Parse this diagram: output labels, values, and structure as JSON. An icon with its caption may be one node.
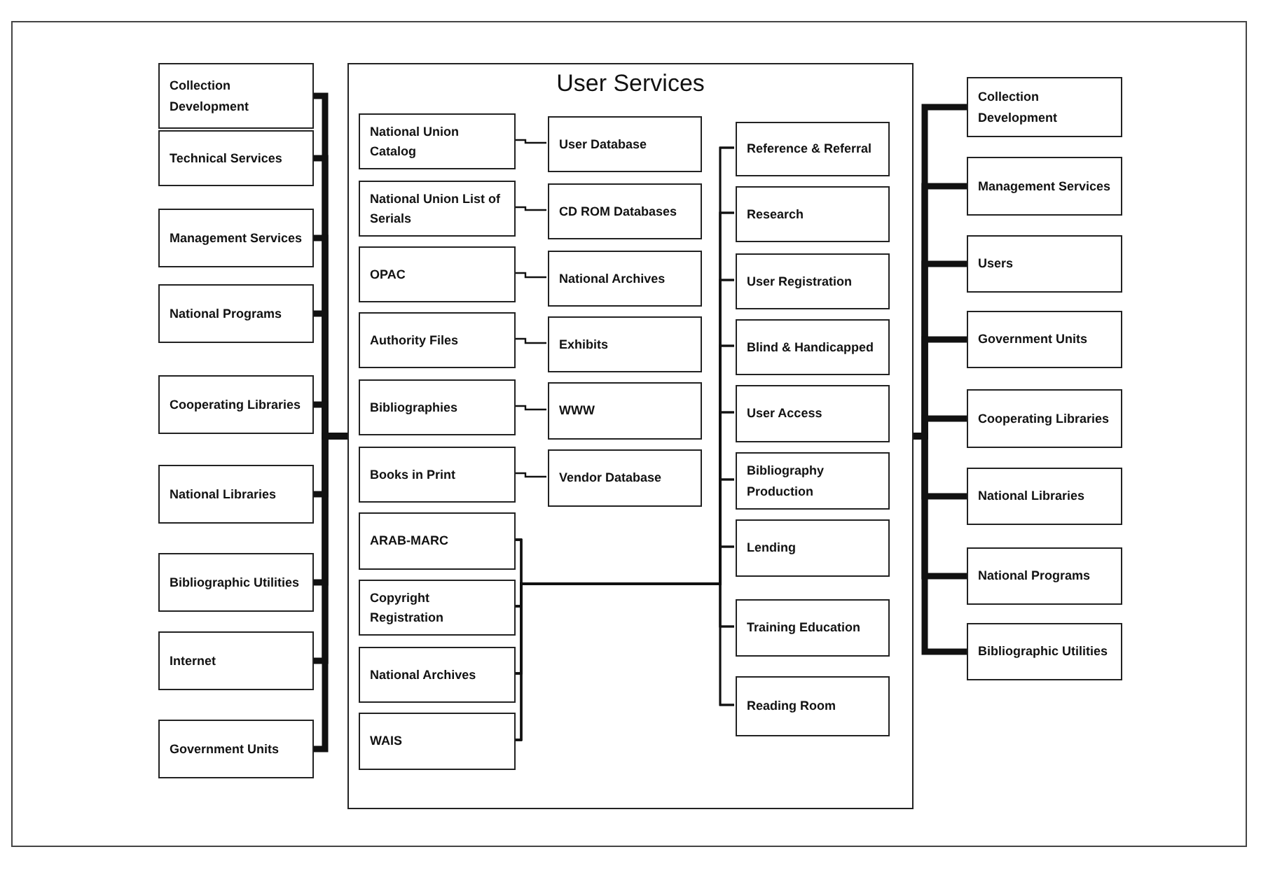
{
  "diagram": {
    "nodes": [
      {
        "text": [
          "User Services"
        ]
      },
      {
        "text": [
          "Collection Development"
        ]
      },
      {
        "text": [
          "Technical Services"
        ]
      },
      {
        "text": [
          "Management Services"
        ]
      },
      {
        "text": [
          "National Programs"
        ]
      },
      {
        "text": [
          "Cooperating Libraries"
        ]
      },
      {
        "text": [
          "National Libraries"
        ]
      },
      {
        "text": [
          "Bibliographic Utilities"
        ]
      },
      {
        "text": [
          "Internet"
        ]
      },
      {
        "text": [
          "Government Units"
        ]
      },
      {
        "text": [
          "National Union Catalog"
        ],
        "in": 0
      },
      {
        "text": [
          "National Union List of Serials"
        ],
        "in": 0
      },
      {
        "text": [
          "OPAC"
        ],
        "in": 0
      },
      {
        "text": [
          "Authority Files"
        ],
        "in": 0
      },
      {
        "text": [
          "Bibliographies"
        ],
        "in": 0
      },
      {
        "text": [
          "Books in Print"
        ],
        "in": 0
      },
      {
        "text": [
          "ARAB-MARC"
        ],
        "in": 0
      },
      {
        "text": [
          "Copyright Registration"
        ],
        "in": 0
      },
      {
        "text": [
          "National Archives"
        ],
        "in": 0
      },
      {
        "text": [
          "WAIS"
        ],
        "in": 0
      },
      {
        "text": [
          "User Database"
        ],
        "in": 0
      },
      {
        "text": [
          "CD ROM Databases"
        ],
        "in": 0
      },
      {
        "text": [
          "National Archives"
        ],
        "in": 0
      },
      {
        "text": [
          "Exhibits"
        ],
        "in": 0
      },
      {
        "text": [
          "WWW"
        ],
        "in": 0
      },
      {
        "text": [
          "Vendor Database"
        ],
        "in": 0
      },
      {
        "text": [
          "Reference & Referral"
        ],
        "in": 0
      },
      {
        "text": [
          "Research"
        ],
        "in": 0
      },
      {
        "text": [
          "User Registration"
        ],
        "in": 0
      },
      {
        "text": [
          "Blind & Handicapped"
        ],
        "in": 0
      },
      {
        "text": [
          "User Access"
        ],
        "in": 0
      },
      {
        "text": [
          "Bibliography Production"
        ],
        "in": 0
      },
      {
        "text": [
          "Lending"
        ],
        "in": 0
      },
      {
        "text": [
          "Training Education"
        ],
        "in": 0
      },
      {
        "text": [
          "Reading Room"
        ],
        "in": 0
      },
      {
        "text": [
          "Collection Development"
        ]
      },
      {
        "text": [
          "Management Services"
        ]
      },
      {
        "text": [
          "Users"
        ]
      },
      {
        "text": [
          "Government Units"
        ]
      },
      {
        "text": [
          "Cooperating Libraries"
        ]
      },
      {
        "text": [
          "National Libraries"
        ]
      },
      {
        "text": [
          "National Programs"
        ]
      },
      {
        "text": [
          "Bibliographic Utilities"
        ]
      }
    ],
    "edges": [
      {
        "from": 1,
        "to": 0,
        "arrow": "none",
        "style": "thick"
      },
      {
        "from": 2,
        "to": 0,
        "arrow": "none",
        "style": "thick"
      },
      {
        "from": 3,
        "to": 0,
        "arrow": "none",
        "style": "thick"
      },
      {
        "from": 4,
        "to": 0,
        "arrow": "none",
        "style": "thick"
      },
      {
        "from": 5,
        "to": 0,
        "arrow": "none",
        "style": "thick"
      },
      {
        "from": 6,
        "to": 0,
        "arrow": "none",
        "style": "thick"
      },
      {
        "from": 7,
        "to": 0,
        "arrow": "none",
        "style": "thick"
      },
      {
        "from": 8,
        "to": 0,
        "arrow": "none",
        "style": "thick"
      },
      {
        "from": 9,
        "to": 0,
        "arrow": "none",
        "style": "thick"
      },
      {
        "from": 0,
        "to": 35,
        "arrow": "none",
        "style": "thick"
      },
      {
        "from": 0,
        "to": 36,
        "arrow": "none",
        "style": "thick"
      },
      {
        "from": 0,
        "to": 37,
        "arrow": "none",
        "style": "thick"
      },
      {
        "from": 0,
        "to": 38,
        "arrow": "none",
        "style": "thick"
      },
      {
        "from": 0,
        "to": 39,
        "arrow": "none",
        "style": "thick"
      },
      {
        "from": 0,
        "to": 40,
        "arrow": "none",
        "style": "thick"
      },
      {
        "from": 0,
        "to": 41,
        "arrow": "none",
        "style": "thick"
      },
      {
        "from": 0,
        "to": 42,
        "arrow": "none",
        "style": "thick"
      },
      {
        "from": 10,
        "to": 20,
        "arrow": "none"
      },
      {
        "from": 11,
        "to": 21,
        "arrow": "none"
      },
      {
        "from": 12,
        "to": 22,
        "arrow": "none"
      },
      {
        "from": 13,
        "to": 23,
        "arrow": "none"
      },
      {
        "from": 14,
        "to": 24,
        "arrow": "none"
      },
      {
        "from": 15,
        "to": 25,
        "arrow": "none"
      },
      {
        "from": 16,
        "to": 26,
        "arrow": "none"
      },
      {
        "from": 16,
        "to": 27,
        "arrow": "none"
      },
      {
        "from": 16,
        "to": 28,
        "arrow": "none"
      },
      {
        "from": 16,
        "to": 29,
        "arrow": "none"
      },
      {
        "from": 16,
        "to": 30,
        "arrow": "none"
      },
      {
        "from": 16,
        "to": 31,
        "arrow": "none"
      },
      {
        "from": 16,
        "to": 32,
        "arrow": "none"
      },
      {
        "from": 16,
        "to": 33,
        "arrow": "none"
      },
      {
        "from": 16,
        "to": 34,
        "arrow": "none"
      },
      {
        "from": 17,
        "to": 26,
        "arrow": "none"
      },
      {
        "from": 17,
        "to": 27,
        "arrow": "none"
      },
      {
        "from": 17,
        "to": 28,
        "arrow": "none"
      },
      {
        "from": 17,
        "to": 29,
        "arrow": "none"
      },
      {
        "from": 17,
        "to": 30,
        "arrow": "none"
      },
      {
        "from": 17,
        "to": 31,
        "arrow": "none"
      },
      {
        "from": 17,
        "to": 32,
        "arrow": "none"
      },
      {
        "from": 17,
        "to": 33,
        "arrow": "none"
      },
      {
        "from": 17,
        "to": 34,
        "arrow": "none"
      },
      {
        "from": 18,
        "to": 26,
        "arrow": "none"
      },
      {
        "from": 18,
        "to": 27,
        "arrow": "none"
      },
      {
        "from": 18,
        "to": 28,
        "arrow": "none"
      },
      {
        "from": 18,
        "to": 29,
        "arrow": "none"
      },
      {
        "from": 18,
        "to": 30,
        "arrow": "none"
      },
      {
        "from": 18,
        "to": 31,
        "arrow": "none"
      },
      {
        "from": 18,
        "to": 32,
        "arrow": "none"
      },
      {
        "from": 18,
        "to": 33,
        "arrow": "none"
      },
      {
        "from": 18,
        "to": 34,
        "arrow": "none"
      },
      {
        "from": 19,
        "to": 26,
        "arrow": "none"
      },
      {
        "from": 19,
        "to": 27,
        "arrow": "none"
      },
      {
        "from": 19,
        "to": 28,
        "arrow": "none"
      },
      {
        "from": 19,
        "to": 29,
        "arrow": "none"
      },
      {
        "from": 19,
        "to": 30,
        "arrow": "none"
      },
      {
        "from": 19,
        "to": 31,
        "arrow": "none"
      },
      {
        "from": 19,
        "to": 32,
        "arrow": "none"
      },
      {
        "from": 19,
        "to": 33,
        "arrow": "none"
      },
      {
        "from": 19,
        "to": 34,
        "arrow": "none"
      }
    ]
  }
}
